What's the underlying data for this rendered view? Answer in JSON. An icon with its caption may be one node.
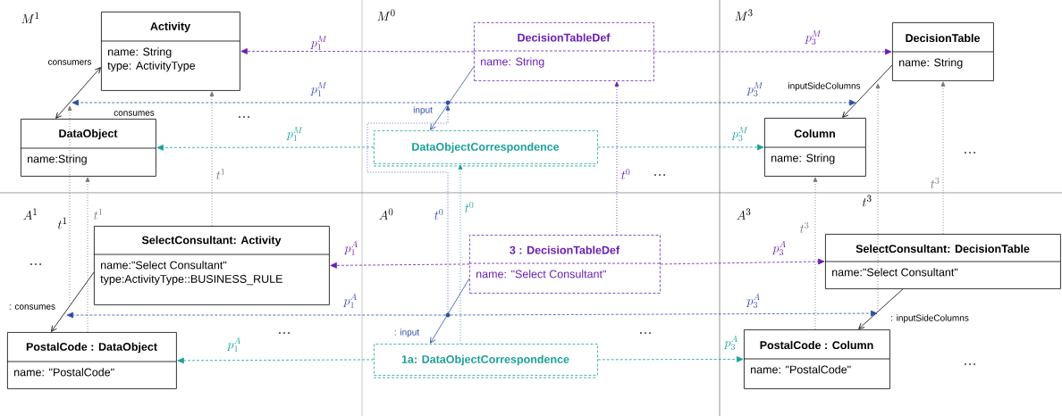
{
  "diagram": {
    "nodes": [
      {
        "text": [
          "Activity",
          "name: String",
          "type: ActivityType"
        ]
      },
      {
        "text": [
          "DataObject",
          "name:String"
        ]
      },
      {
        "text": [
          "DecisionTableDef",
          "name: String"
        ]
      },
      {
        "text": [
          "DataObjectCorrespondence"
        ]
      },
      {
        "text": [
          "DecisionTable",
          "name: String"
        ]
      },
      {
        "text": [
          "Column",
          "name: String"
        ]
      },
      {
        "text": [
          "SelectConsultant: Activity",
          "name:\"Select Consultant\"",
          "type:ActivityType::BUSINESS_RULE"
        ]
      },
      {
        "text": [
          "3 : DecisionTableDef",
          "name: \"Select Consultant\""
        ]
      },
      {
        "text": [
          "SelectConsultant: DecisionTable",
          "name:\"Select Consultant\""
        ]
      },
      {
        "text": [
          "PostalCode : DataObject",
          "name: \"PostalCode\""
        ]
      },
      {
        "text": [
          "1a: DataObjectCorrespondence"
        ]
      },
      {
        "text": [
          "PostalCode : Column",
          "name: \"PostalCode\""
        ]
      },
      {
        "text": [],
        "shape": "circle"
      },
      {
        "text": [],
        "shape": "circle"
      }
    ],
    "edges": [
      {
        "from": 0,
        "to": 1,
        "arrow": "both",
        "label": "consumers",
        "color": "#000000"
      },
      {
        "from": 4,
        "to": 5,
        "arrow": "to",
        "label": "inputSideColumns",
        "color": "#000000"
      },
      {
        "from": 2,
        "to": 3,
        "arrow": "to",
        "label": "input",
        "color": "#2c4fa8"
      },
      {
        "from": 2,
        "to": 0,
        "arrow": "to",
        "label": "p_1^M",
        "style": "dashed",
        "color": "#6a1fb0"
      },
      {
        "from": 2,
        "to": 4,
        "arrow": "to",
        "label": "p_3^M",
        "style": "dashed",
        "color": "#6a1fb0"
      },
      {
        "from": 12,
        "to": null,
        "arrow": "to",
        "label": "p_1^M",
        "style": "dashed",
        "color": "#2c4fa8"
      },
      {
        "from": 12,
        "to": null,
        "arrow": "to",
        "label": "p_3^M",
        "style": "dashed",
        "color": "#2c4fa8"
      },
      {
        "from": 3,
        "to": 1,
        "arrow": "to",
        "label": "p_1^M",
        "style": "dashed",
        "color": "#1a9e9a"
      },
      {
        "from": 3,
        "to": 5,
        "arrow": "to",
        "label": "p_3^M",
        "style": "dashed",
        "color": "#1a9e9a"
      },
      {
        "from": 6,
        "to": 9,
        "arrow": "to",
        "label": ": consumes",
        "color": "#000000"
      },
      {
        "from": 8,
        "to": 11,
        "arrow": "to",
        "label": ": inputSideColumns",
        "color": "#000000"
      },
      {
        "from": 7,
        "to": 10,
        "arrow": "to",
        "label": ": input",
        "color": "#2c4fa8"
      },
      {
        "from": 7,
        "to": 6,
        "arrow": "to",
        "label": "p_1^A",
        "style": "dashed",
        "color": "#6a1fb0"
      },
      {
        "from": 7,
        "to": 8,
        "arrow": "to",
        "label": "p_3^A",
        "style": "dashed",
        "color": "#6a1fb0"
      },
      {
        "from": 13,
        "to": null,
        "arrow": "to",
        "label": "p_1^A",
        "style": "dashed",
        "color": "#2c4fa8"
      },
      {
        "from": 13,
        "to": null,
        "arrow": "to",
        "label": "p_3^A",
        "style": "dashed",
        "color": "#2c4fa8"
      },
      {
        "from": 10,
        "to": 9,
        "arrow": "to",
        "label": "p_1^A",
        "style": "dashed",
        "color": "#1a9e9a"
      },
      {
        "from": 10,
        "to": 11,
        "arrow": "to",
        "label": "p_3^A",
        "style": "dashed",
        "color": "#1a9e9a"
      },
      {
        "from": 6,
        "to": 0,
        "arrow": "to",
        "label": "t^1",
        "style": "dashed",
        "color": "#777777"
      },
      {
        "from": 9,
        "to": 1,
        "arrow": "to",
        "label": "t^1",
        "style": "dashed",
        "color": "#777777"
      },
      {
        "from": 13,
        "to": 12,
        "arrow": "to",
        "label": "t^0",
        "style": "dashed",
        "color": "#2c4fa8"
      },
      {
        "from": 10,
        "to": 3,
        "arrow": "to",
        "label": "t^0",
        "style": "dashed",
        "color": "#1a9e9a"
      },
      {
        "from": 7,
        "to": 2,
        "arrow": "to",
        "label": "t^0",
        "style": "dashed",
        "color": "#6a1fb0"
      },
      {
        "from": 11,
        "to": 5,
        "arrow": "to",
        "label": "t^3",
        "style": "dashed",
        "color": "#777777"
      },
      {
        "from": 8,
        "to": 4,
        "arrow": "to",
        "label": "t^3",
        "style": "dashed",
        "color": "#777777"
      }
    ],
    "labels": [
      "M^1",
      "M^0",
      "M^3",
      "consumes",
      "…",
      "…",
      "…",
      "A^1",
      "A^0",
      "A^3",
      "t^1",
      "t^3",
      "…",
      "…",
      "…",
      "…"
    ]
  }
}
